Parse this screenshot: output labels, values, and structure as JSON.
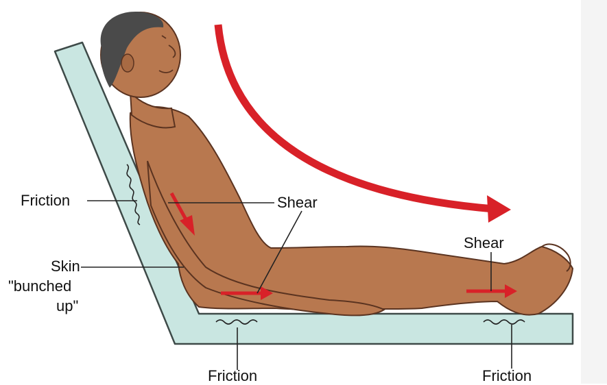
{
  "labels": {
    "friction_back": "Friction",
    "shear_back": "Shear",
    "skin_line1": "Skin",
    "skin_line2": "\"bunched",
    "skin_line3": "up\"",
    "shear_heel": "Shear",
    "friction_bottom_left": "Friction",
    "friction_bottom_right": "Friction"
  },
  "colors": {
    "bed": "#c9e6e1",
    "bed_outline": "#3e4a48",
    "skin": "#b8784f",
    "skin_outline": "#5a3320",
    "hair": "#4a4a4a",
    "arrow": "#d82128",
    "leader": "#222222"
  },
  "icons": {
    "curved_arrow": "curved-slide-arrow",
    "shear_arrows": "shear-arrow"
  }
}
